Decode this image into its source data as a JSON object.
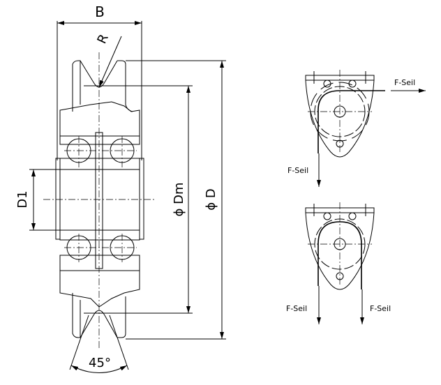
{
  "drawing": {
    "dimensions": {
      "width_label": "B",
      "radius_label": "R",
      "mean_diameter_label": "ϕ Dm",
      "outer_diameter_label": "ϕ D",
      "bore_label": "D1",
      "angle_label": "45°"
    },
    "diagram_top": {
      "force_horizontal_label": "F-Seil",
      "force_vertical_label": "F-Seil"
    },
    "diagram_bottom": {
      "force_left_label": "F-Seil",
      "force_right_label": "F-Seil"
    }
  }
}
